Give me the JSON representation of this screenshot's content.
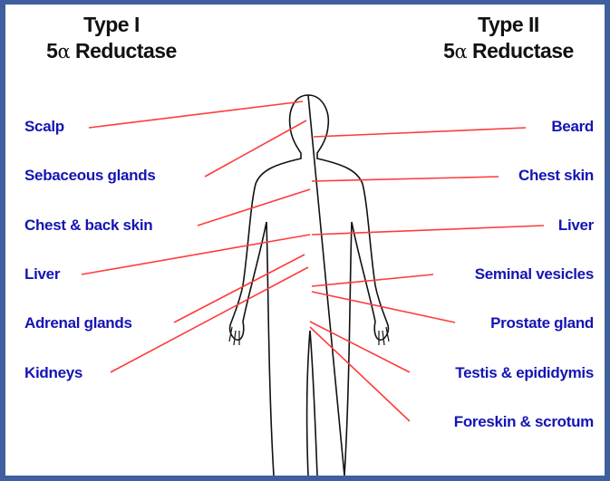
{
  "header": {
    "left": {
      "line1": "Type I",
      "prefix": "5",
      "alpha": "α",
      "suffix": " Reductase"
    },
    "right": {
      "line1": "Type II",
      "prefix": "5",
      "alpha": "α",
      "suffix": " Reductase"
    }
  },
  "type1_sites": [
    "Scalp",
    "Sebaceous glands",
    "Chest & back skin",
    "Liver",
    "Adrenal glands",
    "Kidneys"
  ],
  "type2_sites": [
    "Beard",
    "Chest skin",
    "Liver",
    "Seminal vesicles",
    "Prostate gland",
    "Testis & epididymis",
    "Foreskin & scrotum"
  ],
  "colors": {
    "label": "#1414b4",
    "leader_line": "#ff3b3b",
    "outline": "#111111",
    "background": "#ffffff",
    "frame": "#3f5f9e"
  }
}
